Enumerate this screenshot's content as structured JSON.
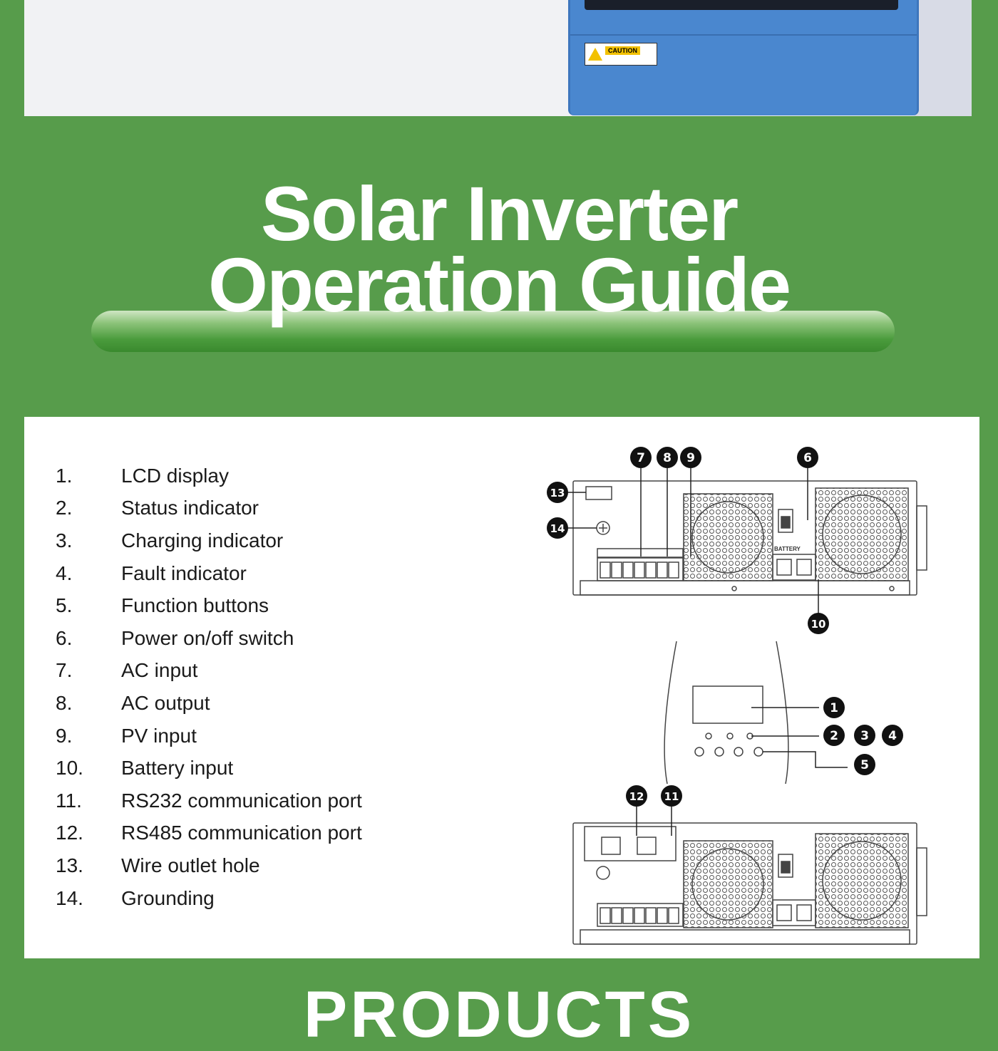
{
  "caution_label": "CAUTION",
  "title": {
    "line1": "Solar Inverter",
    "line2": "Operation Guide"
  },
  "legend": [
    {
      "num": "1.",
      "label": "LCD display"
    },
    {
      "num": "2.",
      "label": "Status indicator"
    },
    {
      "num": "3.",
      "label": "Charging indicator"
    },
    {
      "num": "4.",
      "label": "Fault indicator"
    },
    {
      "num": "5.",
      "label": "Function buttons"
    },
    {
      "num": "6.",
      "label": "Power on/off switch"
    },
    {
      "num": "7.",
      "label": "AC input"
    },
    {
      "num": "8.",
      "label": "AC output"
    },
    {
      "num": "9.",
      "label": "PV input"
    },
    {
      "num": "10.",
      "label": "Battery input"
    },
    {
      "num": "11.",
      "label": "RS232 communication port"
    },
    {
      "num": "12.",
      "label": "RS485 communication port"
    },
    {
      "num": "13.",
      "label": "Wire outlet hole"
    },
    {
      "num": "14.",
      "label": "Grounding"
    }
  ],
  "diagram": {
    "callouts": [
      "1",
      "2",
      "3",
      "4",
      "5",
      "6",
      "7",
      "8",
      "9",
      "10",
      "11",
      "12",
      "13",
      "14"
    ],
    "battery_label": "BATTERY"
  },
  "bottom_heading": "PRODUCTS",
  "colors": {
    "page_background": "#579c4b",
    "panel": "#ffffff",
    "title": "#ffffff",
    "inverter_blue": "#4a87cf"
  }
}
